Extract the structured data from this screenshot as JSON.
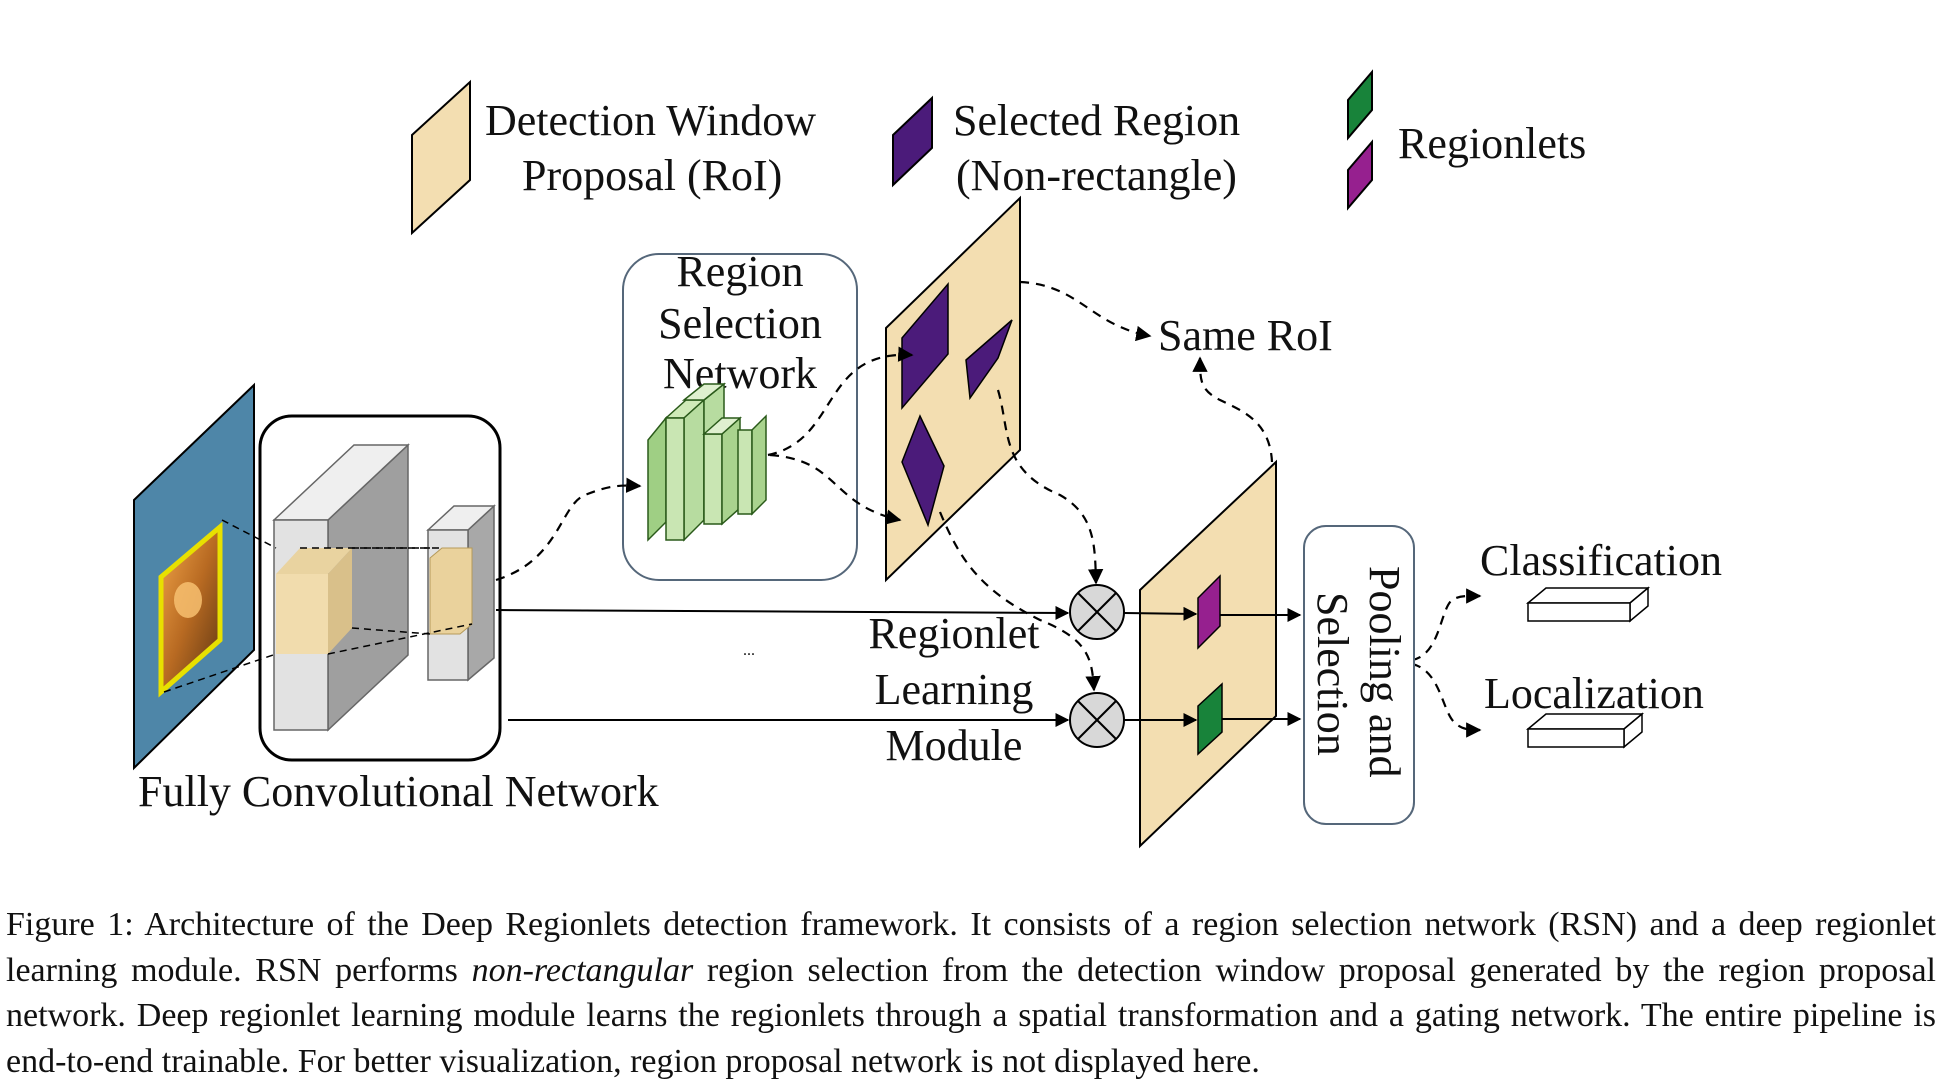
{
  "legend": {
    "rois_label": [
      "Detection Window",
      "Proposal (RoI)"
    ],
    "selected_label": [
      "Selected Region",
      "(Non-rectangle)"
    ],
    "regionlets_label": "Regionlets"
  },
  "labels": {
    "rsn": [
      "Region",
      "Selection",
      "Network"
    ],
    "same_roi": "Same RoI",
    "rlm": [
      "Regionlet",
      "Learning",
      "Module"
    ],
    "fcn": "Fully Convolutional Network",
    "pooling": [
      "Pooling and",
      "Selection"
    ],
    "classification": "Classification",
    "localization": "Localization",
    "ellipsis": "..."
  },
  "colors": {
    "roi_fill": "#f3deb1",
    "selected_fill": "#4b1b7a",
    "regionlet_top": "#18833a",
    "regionlet_bottom": "#96208f",
    "image_plane": "#4e86a8",
    "rsn_layers": "#bfe0a8",
    "rsn_box_border": "#55677a",
    "multiplier_fill": "#d8d8d8"
  },
  "icons": {
    "input_photo": "cat-photo-icon",
    "multiply_node": "circled-times-icon"
  },
  "caption": {
    "part1": "Figure 1: Architecture of the Deep Regionlets detection framework. It consists of a region selection network (RSN) and a deep regionlet learning module. RSN performs ",
    "emphasis": "non-rectangular",
    "part2": " region selection from the detection window proposal generated by the region proposal network. Deep regionlet learning module learns the regionlets through a spatial transformation and a gating network. The entire pipeline is end-to-end trainable. For better visualization, region proposal network is not displayed here."
  }
}
